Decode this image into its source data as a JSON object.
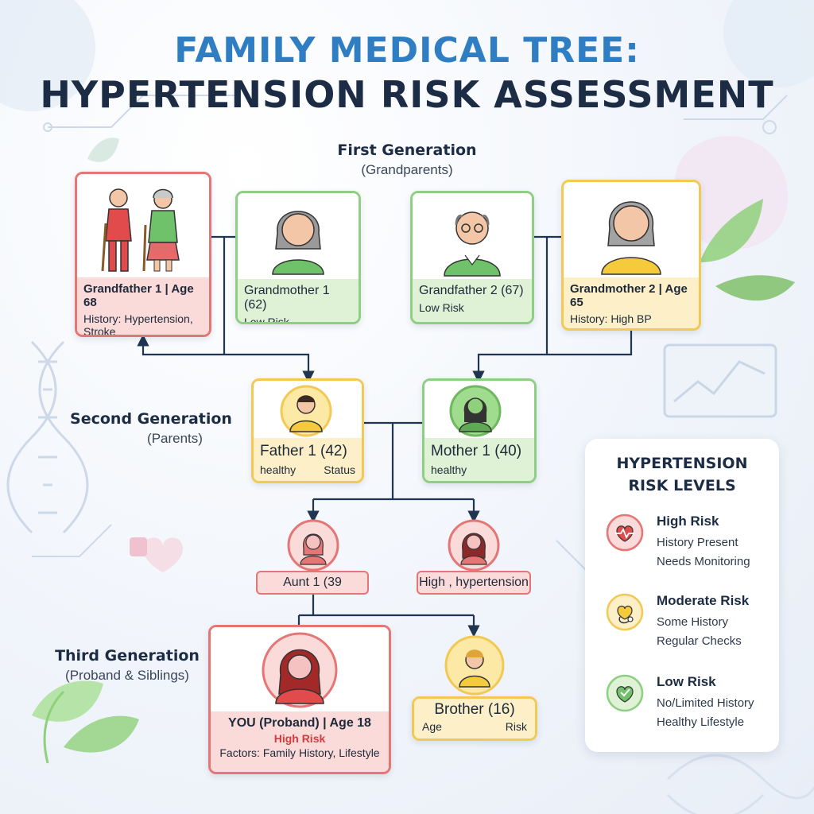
{
  "title": {
    "line1": "FAMILY MEDICAL TREE:",
    "line2": "HYPERTENSION RISK ASSESSMENT"
  },
  "generations": {
    "first": {
      "title": "First Generation",
      "subtitle": "(Grandparents)"
    },
    "second": {
      "title": "Second Generation",
      "subtitle": "(Parents)"
    },
    "third": {
      "title": "Third Generation",
      "subtitle": "(Proband & Siblings)"
    }
  },
  "people": {
    "grandfather1": {
      "name": "Grandfather 1 | Age 68",
      "history": "History: Hypertension,",
      "history2": "Stroke",
      "risk": "high"
    },
    "grandmother1": {
      "name": "Grandmother 1 (62)",
      "status": "Low Risk",
      "risk": "low"
    },
    "grandfather2": {
      "name": "Grandfather 2 (67)",
      "status": "Low Risk",
      "risk": "low"
    },
    "grandmother2": {
      "name": "Grandmother 2 | Age 65",
      "history": "History: High BP",
      "risk": "moderate"
    },
    "father1": {
      "name": "Father 1 (42)",
      "left": "healthy",
      "right": "Status",
      "risk": "moderate"
    },
    "mother1": {
      "name": "Mother 1 (40)",
      "left": "healthy",
      "risk": "low"
    },
    "aunt1": {
      "name": "Aunt 1 (39",
      "risk": "high"
    },
    "relative": {
      "name": "High , hypertension",
      "risk": "high"
    },
    "proband": {
      "name": "YOU (Proband) | Age 18",
      "status": "High Risk",
      "factors": "Factors: Family History, Lifestyle",
      "risk": "high"
    },
    "brother": {
      "name": "Brother (16)",
      "left": "Age",
      "right": "Risk",
      "risk": "moderate"
    }
  },
  "legend": {
    "title1": "HYPERTENSION",
    "title2": "RISK LEVELS",
    "items": [
      {
        "label": "High Risk",
        "line1": "History Present",
        "line2": "Needs Monitoring",
        "icon": "heart-pulse-icon",
        "color": "#e57676"
      },
      {
        "label": "Moderate Risk",
        "line1": "Some History",
        "line2": "Regular Checks",
        "icon": "stethoscope-icon",
        "color": "#f3c955"
      },
      {
        "label": "Low Risk",
        "line1": "No/Limited History",
        "line2": "Healthy Lifestyle",
        "icon": "heart-check-icon",
        "color": "#8fcf83"
      }
    ]
  },
  "colors": {
    "high": "#e57676",
    "moderate": "#f3c955",
    "low": "#8fcf83",
    "connector": "#1f3550",
    "title_blue": "#2f7ec4"
  }
}
